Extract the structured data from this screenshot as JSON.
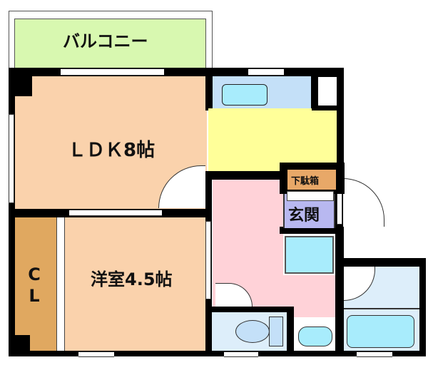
{
  "rooms": {
    "balcony": "バルコニー",
    "ldk": "ＬＤＫ8帖",
    "western_room": "洋室4.5帖",
    "closet": "C L",
    "shoe_box": "下駄箱",
    "entrance": "玄関"
  },
  "colors": {
    "balcony": "#D8F8B0",
    "ldk": "#FAD2AC",
    "kitchen_counter": "#C4E0F8",
    "kitchen_floor": "#FFFF99",
    "hallway": "#FFD2D8",
    "closet": "#E0A860",
    "shoe_box": "#E8A868",
    "entrance": "#B8B8F0",
    "wet_area": "#DDEEFA",
    "fixture": "#A8ECFC"
  }
}
